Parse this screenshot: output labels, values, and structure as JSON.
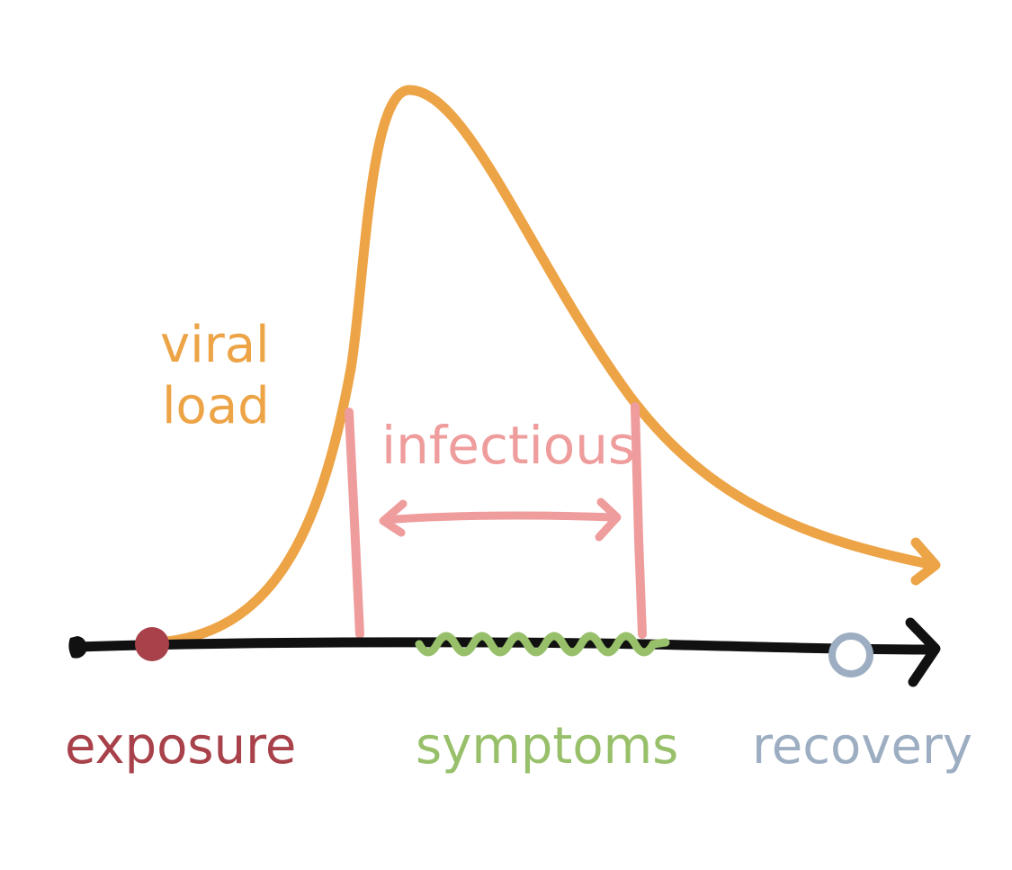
{
  "labels": {
    "viral_load_line1": "viral",
    "viral_load_line2": "load",
    "infectious": "infectious",
    "exposure": "exposure",
    "symptoms": "symptoms",
    "recovery": "recovery"
  },
  "colors": {
    "viral_load": "#EDA446",
    "infectious": "#EF9C9C",
    "exposure": "#A8414A",
    "symptoms": "#98C06A",
    "recovery": "#9DAEC2",
    "timeline": "#111111"
  }
}
